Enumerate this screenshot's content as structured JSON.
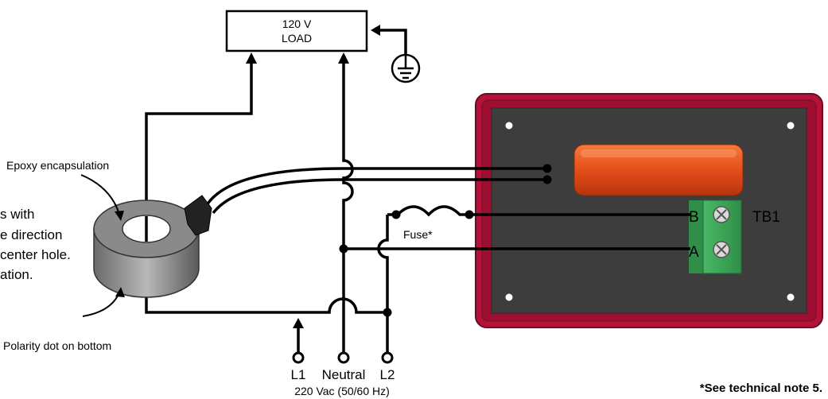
{
  "load_box": {
    "line1": "120 V",
    "line2": "LOAD"
  },
  "labels": {
    "epoxy": "Epoxy encapsulation",
    "polarity": "Polarity dot on bottom",
    "fuse": "Fuse*",
    "tb1": "TB1",
    "terminal_b": "B",
    "terminal_a": "A",
    "l1": "L1",
    "neutral": "Neutral",
    "l2": "L2",
    "supply": "220 Vac (50/60 Hz)",
    "footnote": "*See technical note 5."
  },
  "cut_text": [
    "s with",
    "e direction",
    "center hole.",
    "ation."
  ],
  "colors": {
    "enclosure": "#b5123a",
    "panel": "#3d3d3d",
    "capacitor": "#e8521c",
    "terminal_block": "#3aa655"
  },
  "icons": [
    "ground-icon"
  ]
}
